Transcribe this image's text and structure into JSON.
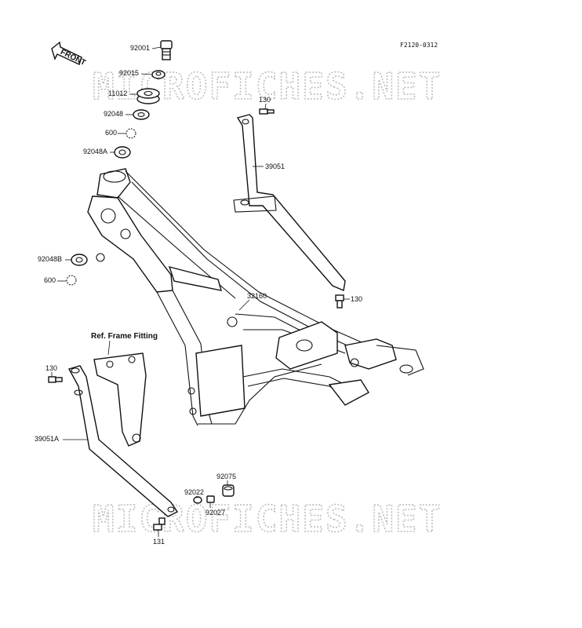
{
  "diagram_code": "F2120-0312",
  "front_arrow_label": "FRONT",
  "watermark": "MICROFICHES.NET",
  "callout_ref": "Ref. Frame Fitting",
  "parts": {
    "p92001": "92001",
    "p92015": "92015",
    "p11012": "11012",
    "p92048": "92048",
    "p600a": "600",
    "p92048A": "92048A",
    "p130a": "130",
    "p39051": "39051",
    "p92048B": "92048B",
    "p600b": "600",
    "p32160": "32160",
    "p130b": "130",
    "p130c": "130",
    "p39051A": "39051A",
    "p92075": "92075",
    "p92022": "92022",
    "p92027": "92027",
    "p131": "131"
  }
}
